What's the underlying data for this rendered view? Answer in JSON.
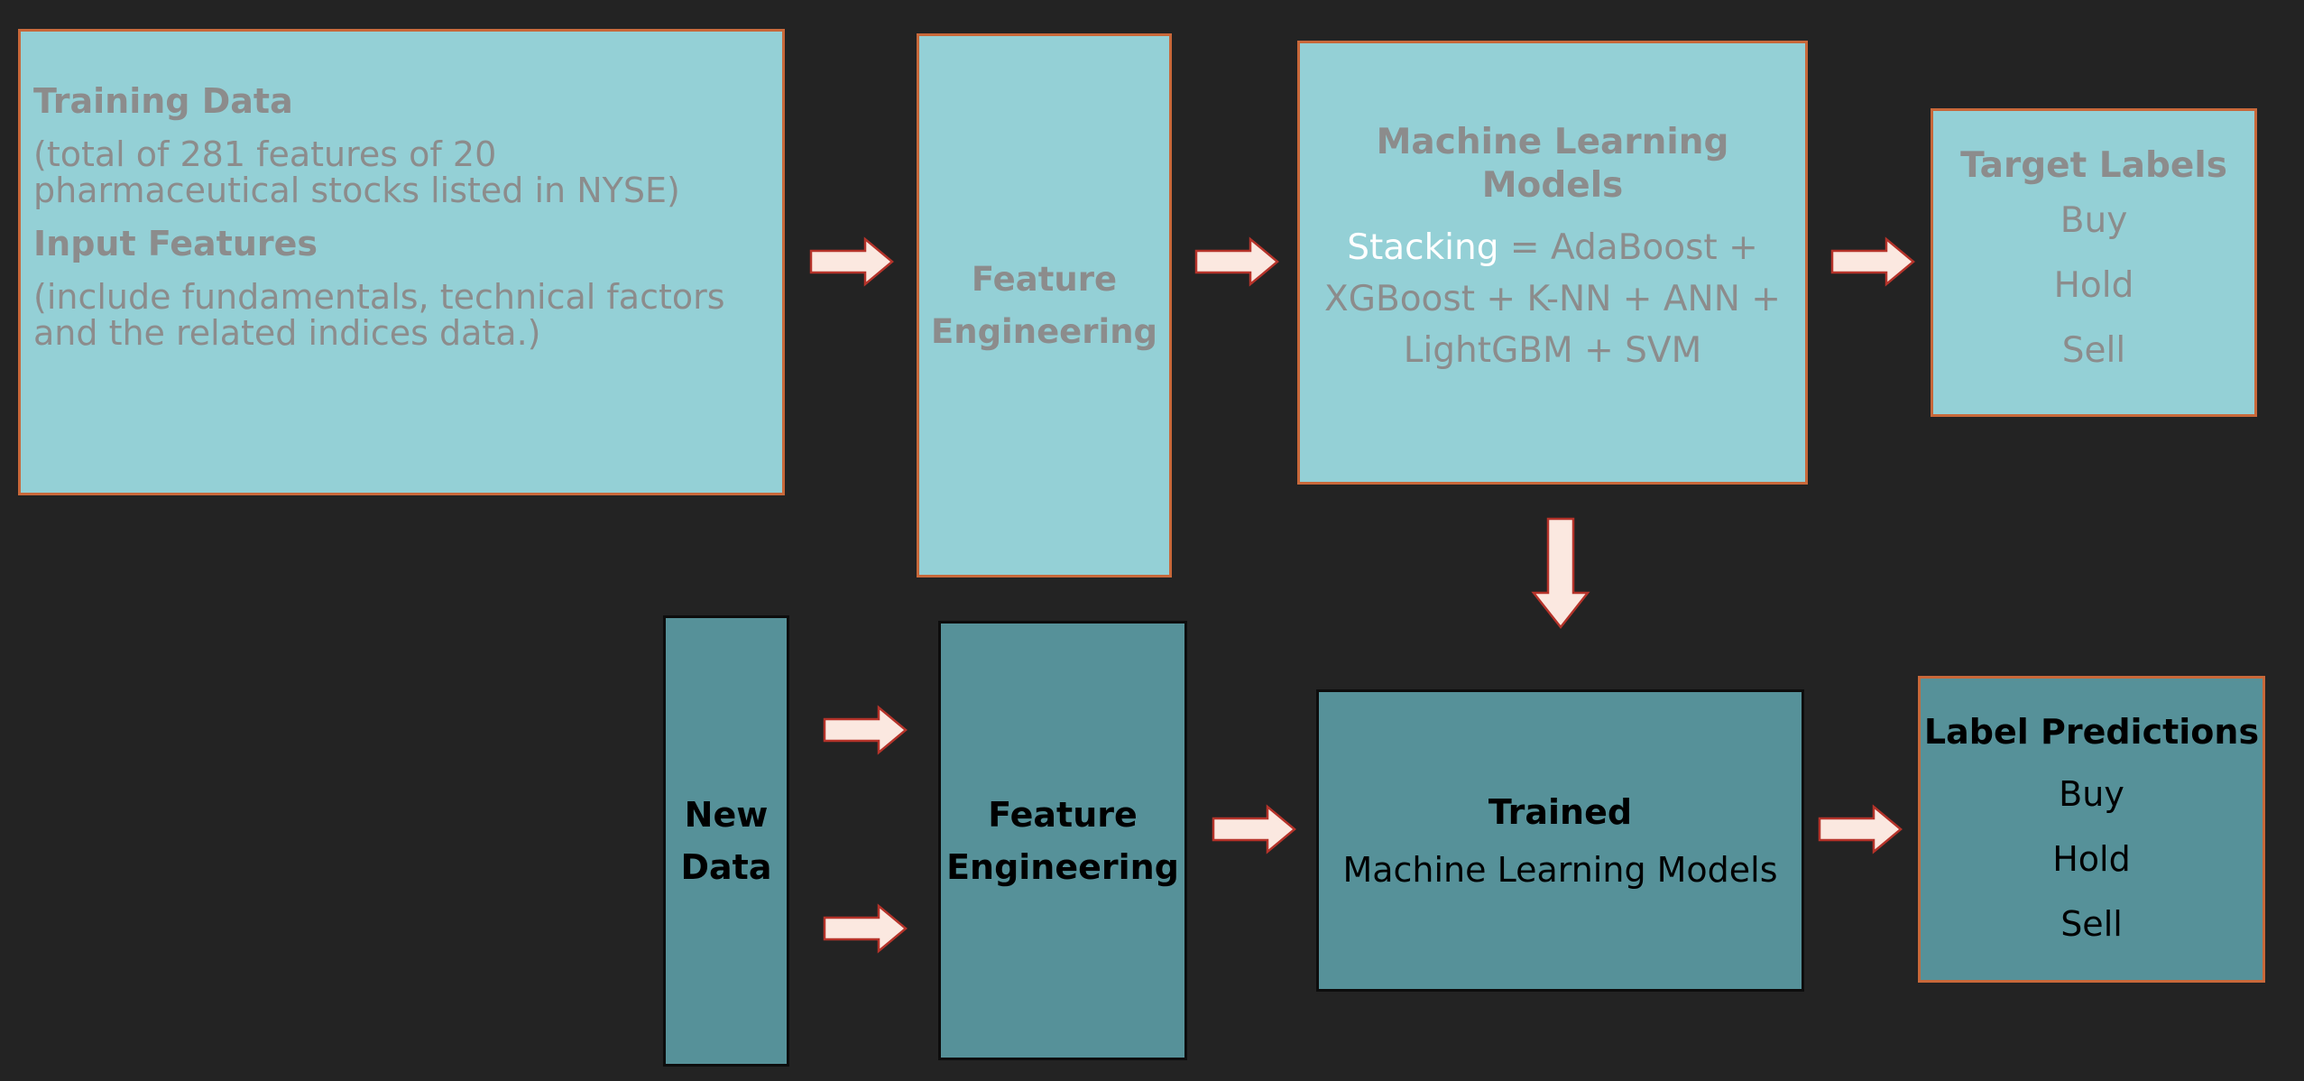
{
  "training": {
    "heading": "Training Data",
    "description_line1": "(total of 281 features of 20",
    "description_line2": "pharmaceutical stocks listed in NYSE)",
    "input_heading": "Input Features",
    "input_line1": "(include fundamentals, technical factors",
    "input_line2": "and the related indices data.)"
  },
  "feature_engineering_top": {
    "line1": "Feature",
    "line2": "Engineering"
  },
  "ml_models": {
    "heading": "Machine Learning Models",
    "stacking_label": "Stacking",
    "line1_rest": " = AdaBoost +",
    "line2": "XGBoost + K-NN + ANN +",
    "line3": "LightGBM + SVM"
  },
  "target_labels": {
    "heading": "Target Labels",
    "items": [
      "Buy",
      "Hold",
      "Sell"
    ]
  },
  "new_data": {
    "line1": "New",
    "line2": "Data"
  },
  "feature_engineering_bottom": {
    "line1": "Feature",
    "line2": "Engineering"
  },
  "trained_models": {
    "heading": "Trained",
    "subtitle": "Machine Learning Models"
  },
  "label_predictions": {
    "heading": "Label Predictions",
    "items": [
      "Buy",
      "Hold",
      "Sell"
    ]
  },
  "colors": {
    "background": "#232323",
    "light_box": "#94d0d6",
    "dark_box": "#569199",
    "box_border_accent": "#c8683a",
    "arrow_fill": "#fbe8e0",
    "arrow_stroke": "#b5332a"
  }
}
